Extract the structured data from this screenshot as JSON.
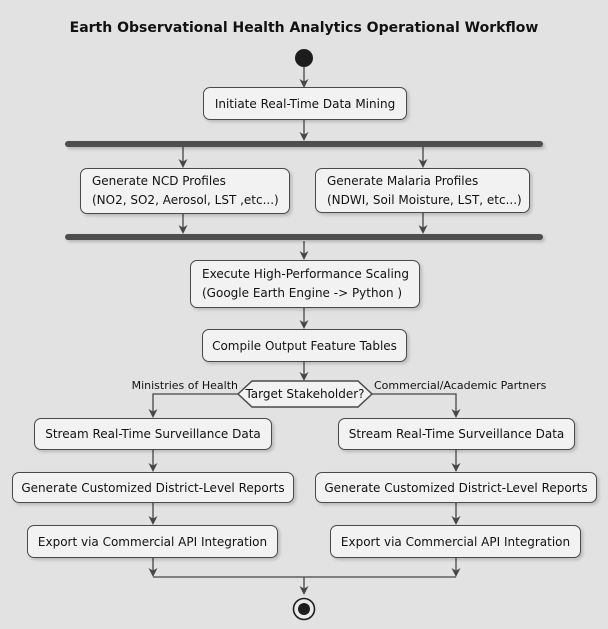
{
  "diagram": {
    "title": "Earth Observational Health Analytics Operational Workflow",
    "activities": {
      "initiate": {
        "lines": [
          "Initiate Real-Time Data Mining"
        ]
      },
      "ncd": {
        "lines": [
          "Generate NCD Profiles",
          "(NO2, SO2, Aerosol, LST ,etc...)"
        ]
      },
      "malaria": {
        "lines": [
          "Generate Malaria Profiles",
          "(NDWI, Soil Moisture, LST, etc...)"
        ]
      },
      "execute": {
        "lines": [
          "Execute High-Performance Scaling",
          "(Google Earth Engine -> Python )"
        ]
      },
      "compile": {
        "lines": [
          "Compile Output Feature Tables"
        ]
      },
      "stream_left": {
        "lines": [
          "Stream Real-Time Surveillance Data"
        ]
      },
      "reports_left": {
        "lines": [
          "Generate Customized District-Level Reports"
        ]
      },
      "export_left": {
        "lines": [
          "Export via Commercial API Integration"
        ]
      },
      "stream_right": {
        "lines": [
          "Stream Real-Time Surveillance Data"
        ]
      },
      "reports_right": {
        "lines": [
          "Generate Customized District-Level Reports"
        ]
      },
      "export_right": {
        "lines": [
          "Export via Commercial API Integration"
        ]
      }
    },
    "decision": {
      "label": "Target Stakeholder?",
      "branch_left_label": "Ministries of Health",
      "branch_right_label": "Commercial/Academic Partners"
    },
    "colors": {
      "background": "#e2e2e2",
      "node_fill": "#f2f2f2",
      "node_border": "#4a4a4a",
      "bar_fill": "#4e4e4e",
      "edge": "#454645",
      "start_end_node": "#1c1c1c",
      "text": "#121212"
    }
  }
}
